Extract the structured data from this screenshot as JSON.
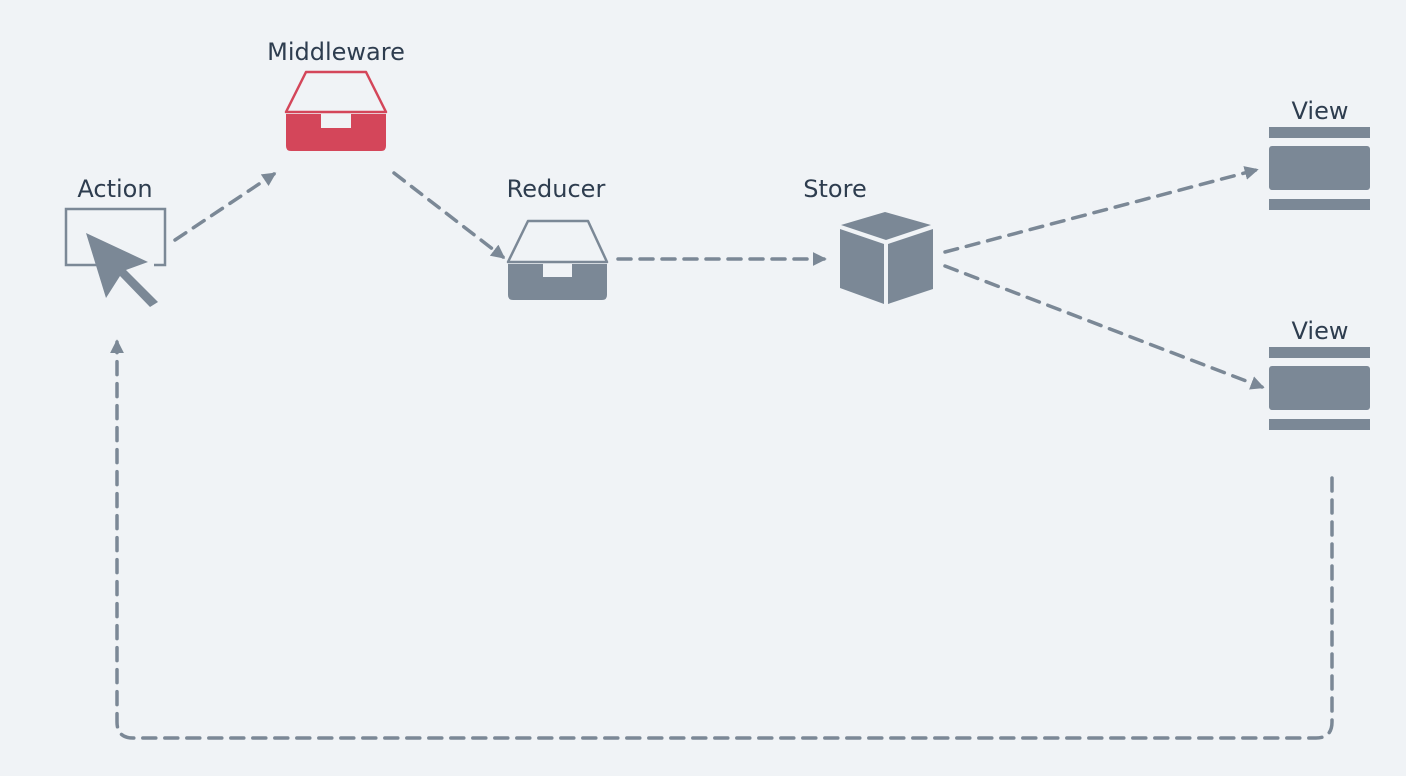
{
  "colors": {
    "background": "#f0f3f6",
    "node": "#7b8896",
    "middleware": "#d4465a",
    "text": "#2e3d4f"
  },
  "nodes": {
    "action": {
      "label": "Action",
      "icon": "cursor-icon"
    },
    "middleware": {
      "label": "Middleware",
      "icon": "inbox-tray-icon"
    },
    "reducer": {
      "label": "Reducer",
      "icon": "inbox-tray-icon"
    },
    "store": {
      "label": "Store",
      "icon": "cube-icon"
    },
    "view_top": {
      "label": "View",
      "icon": "view-list-icon"
    },
    "view_bottom": {
      "label": "View",
      "icon": "view-list-icon"
    }
  }
}
